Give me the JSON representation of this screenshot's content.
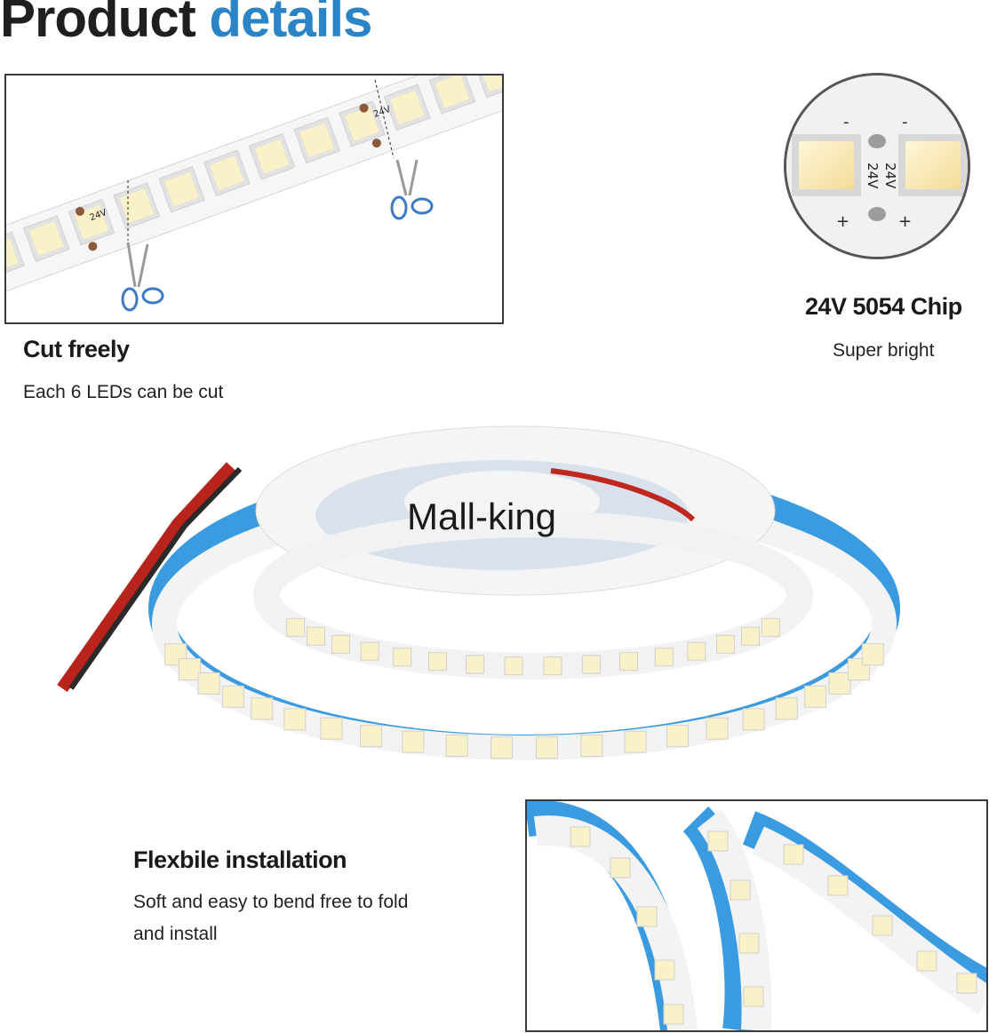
{
  "heading": {
    "part1": "Product",
    "part2": "details"
  },
  "cut_section": {
    "title": "Cut freely",
    "subtitle": "Each 6 LEDs can be cut"
  },
  "chip_section": {
    "title": "24V 5054 Chip",
    "subtitle": "Super bright",
    "chip_label": "24V"
  },
  "flex_section": {
    "title": "Flexbile installation",
    "line1": "Soft and easy to bend free to fold",
    "line2": "and install"
  },
  "watermark": "Mall-king",
  "strip_marks": {
    "label": "24V",
    "plus": "+",
    "minus": "-"
  },
  "colors": {
    "accent": "#2a84c6",
    "led": "#fbf1c8",
    "strip_backing": "#3b9be0",
    "wire_red": "#c0271f"
  }
}
